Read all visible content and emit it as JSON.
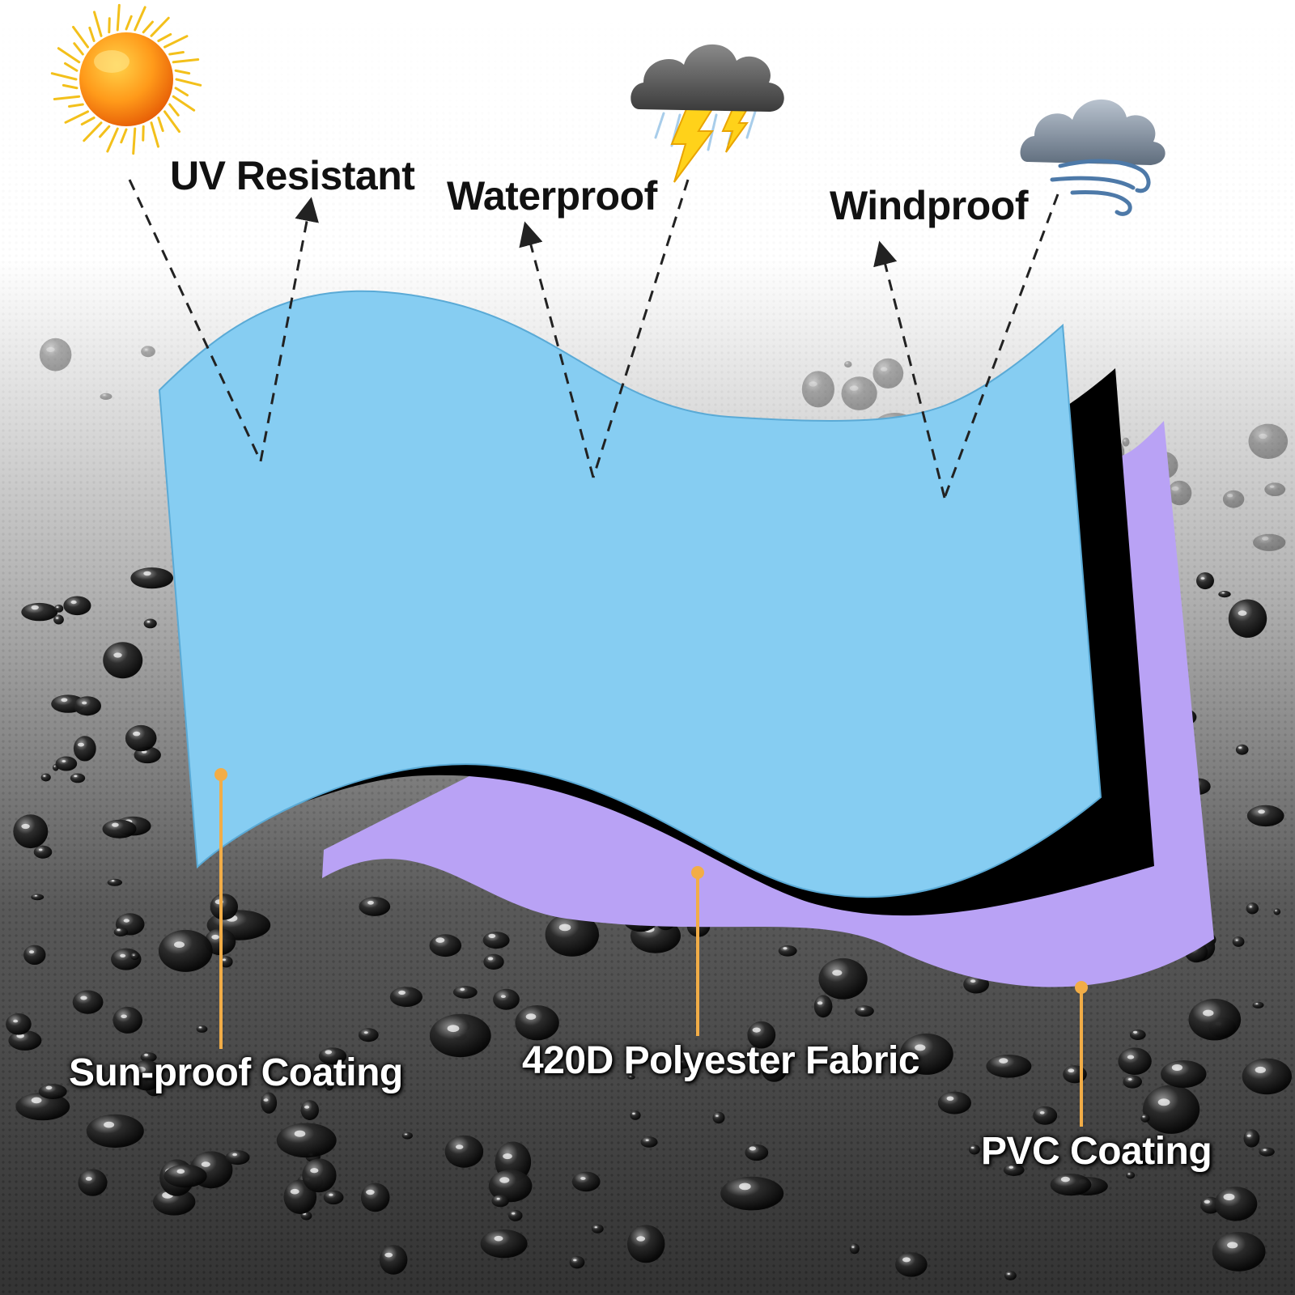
{
  "features": [
    {
      "id": "uv",
      "label": "UV Resistant",
      "icon": "sun-icon"
    },
    {
      "id": "water",
      "label": "Waterproof",
      "icon": "storm-cloud-icon"
    },
    {
      "id": "wind",
      "label": "Windproof",
      "icon": "wind-cloud-icon"
    }
  ],
  "layers": [
    {
      "id": "sun",
      "label": "Sun-proof Coating",
      "color": "#86cdf2"
    },
    {
      "id": "fabric",
      "label": "420D Polyester Fabric",
      "color": "#000000"
    },
    {
      "id": "pvc",
      "label": "PVC Coating",
      "color": "#b9a2f5"
    }
  ],
  "colors": {
    "callout": "#f2ad47",
    "arrow": "#222222",
    "background_top": "#ffffff",
    "background_bottom": "#3a3a3a"
  }
}
